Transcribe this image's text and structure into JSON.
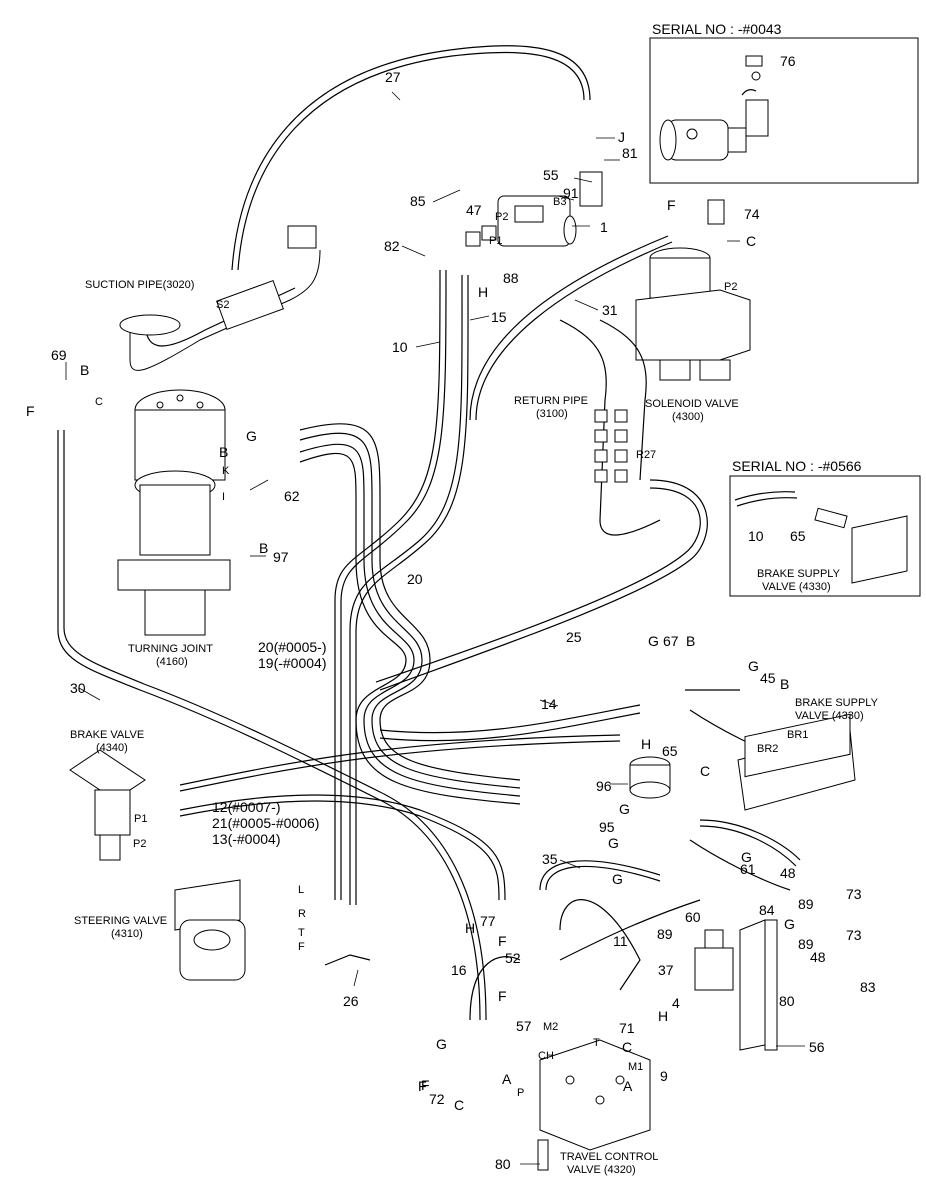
{
  "inset_top": {
    "title": "SERIAL NO : -#0043",
    "part": "76"
  },
  "inset_right": {
    "title": "SERIAL NO : -#0566",
    "part_hose": "10",
    "part_fitting": "65",
    "component": [
      "BRAKE SUPPLY",
      "VALVE (4330)"
    ]
  },
  "components": {
    "suction_pipe": "SUCTION PIPE(3020)",
    "turning_joint": [
      "TURNING JOINT",
      "(4160)"
    ],
    "return_pipe": [
      "RETURN PIPE",
      "(3100)"
    ],
    "solenoid_valve": [
      "SOLENOID VALVE",
      "(4300)"
    ],
    "brake_valve": [
      "BRAKE VALVE",
      "(4340)"
    ],
    "brake_supply_valve": [
      "BRAKE SUPPLY",
      "VALVE (4330)"
    ],
    "steering_valve": [
      "STEERING VALVE",
      "(4310)"
    ],
    "travel_control_valve": [
      "TRAVEL CONTROL",
      "VALVE (4320)"
    ]
  },
  "multi_labels": {
    "hose_20_19": [
      "20(#0005-)",
      "19(-#0004)"
    ],
    "hose_12_21_13": [
      "12(#0007-)",
      "21(#0005-#0006)",
      "13(-#0004)"
    ]
  },
  "callouts": [
    {
      "t": "27"
    },
    {
      "t": "J"
    },
    {
      "t": "81"
    },
    {
      "t": "55"
    },
    {
      "t": "91"
    },
    {
      "t": "85"
    },
    {
      "t": "47"
    },
    {
      "t": "1"
    },
    {
      "t": "82"
    },
    {
      "t": "88"
    },
    {
      "t": "H"
    },
    {
      "t": "15"
    },
    {
      "t": "10"
    },
    {
      "t": "31"
    },
    {
      "t": "F"
    },
    {
      "t": "74"
    },
    {
      "t": "C"
    },
    {
      "t": "69"
    },
    {
      "t": "B"
    },
    {
      "t": "F"
    },
    {
      "t": "B"
    },
    {
      "t": "G"
    },
    {
      "t": "62"
    },
    {
      "t": "B"
    },
    {
      "t": "97"
    },
    {
      "t": "20"
    },
    {
      "t": "25"
    },
    {
      "t": "30"
    },
    {
      "t": "14"
    },
    {
      "t": "G"
    },
    {
      "t": "67"
    },
    {
      "t": "B"
    },
    {
      "t": "G"
    },
    {
      "t": "45"
    },
    {
      "t": "B"
    },
    {
      "t": "H"
    },
    {
      "t": "65"
    },
    {
      "t": "C"
    },
    {
      "t": "96"
    },
    {
      "t": "G"
    },
    {
      "t": "95"
    },
    {
      "t": "G"
    },
    {
      "t": "G"
    },
    {
      "t": "61"
    },
    {
      "t": "35"
    },
    {
      "t": "G"
    },
    {
      "t": "48"
    },
    {
      "t": "73"
    },
    {
      "t": "89"
    },
    {
      "t": "84"
    },
    {
      "t": "60"
    },
    {
      "t": "G"
    },
    {
      "t": "89"
    },
    {
      "t": "73"
    },
    {
      "t": "48"
    },
    {
      "t": "83"
    },
    {
      "t": "77"
    },
    {
      "t": "H"
    },
    {
      "t": "F"
    },
    {
      "t": "52"
    },
    {
      "t": "11"
    },
    {
      "t": "89"
    },
    {
      "t": "37"
    },
    {
      "t": "4"
    },
    {
      "t": "26"
    },
    {
      "t": "16"
    },
    {
      "t": "F"
    },
    {
      "t": "80"
    },
    {
      "t": "56"
    },
    {
      "t": "57"
    },
    {
      "t": "71"
    },
    {
      "t": "H"
    },
    {
      "t": "G"
    },
    {
      "t": "F"
    },
    {
      "t": "C"
    },
    {
      "t": "A"
    },
    {
      "t": "9"
    },
    {
      "t": "F"
    },
    {
      "t": "72"
    },
    {
      "t": "C"
    },
    {
      "t": "A"
    },
    {
      "t": "80"
    }
  ],
  "small_marks": [
    {
      "t": "S2"
    },
    {
      "t": "C"
    },
    {
      "t": "P2"
    },
    {
      "t": "P1"
    },
    {
      "t": "B3"
    },
    {
      "t": "P2"
    },
    {
      "t": "R27"
    },
    {
      "t": "P1"
    },
    {
      "t": "P2"
    },
    {
      "t": "L"
    },
    {
      "t": "R"
    },
    {
      "t": "T"
    },
    {
      "t": "F"
    },
    {
      "t": "K"
    },
    {
      "t": "I"
    },
    {
      "t": "BR2"
    },
    {
      "t": "BR1"
    },
    {
      "t": "M2"
    },
    {
      "t": "M1"
    },
    {
      "t": "CH"
    },
    {
      "t": "T"
    },
    {
      "t": "P"
    }
  ]
}
